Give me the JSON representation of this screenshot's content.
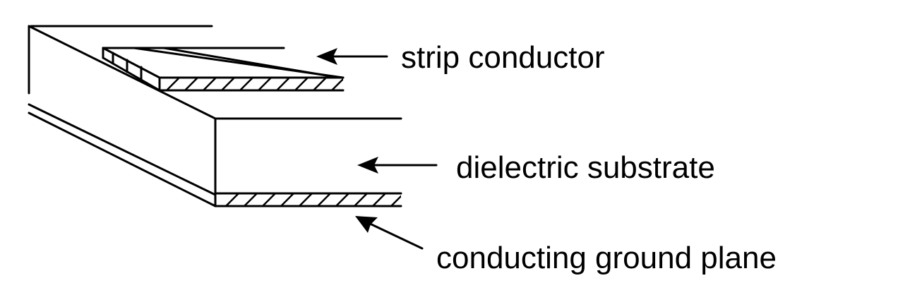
{
  "labels": {
    "strip": "strip conductor",
    "substrate": "dielectric substrate",
    "ground": "conducting ground plane"
  },
  "colors": {
    "stroke": "#000000",
    "background": "#ffffff"
  }
}
